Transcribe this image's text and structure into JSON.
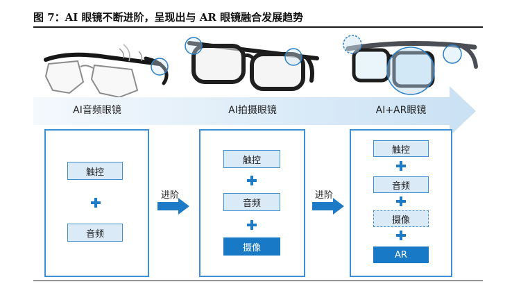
{
  "figure": {
    "title": "图 7：AI 眼镜不断进阶，呈现出与 AR 眼镜融合发展趋势"
  },
  "stages": [
    {
      "label": "AI音频眼镜",
      "components": [
        "触控",
        "音频"
      ]
    },
    {
      "label": "AI拍摄眼镜",
      "components": [
        "触控",
        "音频",
        "摄像"
      ]
    },
    {
      "label": "AI+AR眼镜",
      "components": [
        "触控",
        "音频",
        "摄像",
        "AR"
      ]
    }
  ],
  "connectors": [
    "进阶",
    "进阶"
  ],
  "colors": {
    "panel_border": "#3d8fd6",
    "box_fill": "#dbeaf7",
    "box_border": "#3f8fd3",
    "accent": "#1879c7",
    "band": "#d9eaf7"
  },
  "icons": [
    "plus-icon",
    "right-arrow-icon",
    "audio-glasses-image",
    "camera-glasses-image",
    "ar-glasses-image"
  ]
}
